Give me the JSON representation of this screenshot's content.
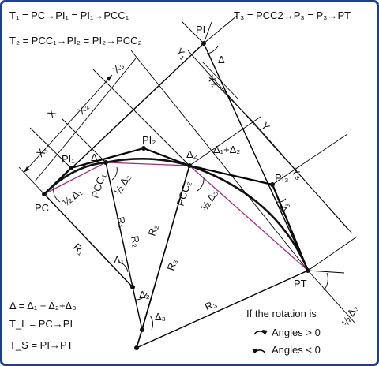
{
  "formulas": {
    "t1": "T₁ = PC→PI₁ = PI₁→PCC₁",
    "t2": "T₂ = PCC₁→PI₂ = PI₂→PCC₂",
    "t3": "T₃ = PCC2→P₃ = P₃→PT",
    "delta_sum": "Δ = Δ₁ + Δ₂+Δ₃",
    "tl": "T_L = PC→PI",
    "ts": "T_S = PI→PT"
  },
  "points": {
    "pi": "PI",
    "pi1": "PI₁",
    "pi2": "PI₂",
    "pi3": "PI₃",
    "pc": "PC",
    "pcc1": "PCC₁",
    "pcc2": "PCC₂",
    "pt": "PT"
  },
  "radii": {
    "r1a": "R₁",
    "r1b": "R₁",
    "r2a": "R₂",
    "r2b": "R₂",
    "r3a": "R₃",
    "r3b": "R₃"
  },
  "dimensions": {
    "x": "X",
    "x1": "X₁",
    "x2": "X₂",
    "x3": "X₃",
    "y": "Y",
    "y1": "Y₁",
    "y2": "Y₂",
    "y3": "Y₃"
  },
  "angles": {
    "delta": "Δ",
    "delta1": "Δ₁",
    "delta2": "Δ₂",
    "delta3": "Δ₃",
    "delta1_plus_2": "Δ₁+Δ₂",
    "half_delta1": "½ Δ₁",
    "half_delta2": "½ Δ₂",
    "half_delta3": "½ Δ₃",
    "half_delta3_pt": "½ Δ₃"
  },
  "legend": {
    "title": "If the rotation is",
    "positive": "Angles > 0",
    "negative": "Angles < 0"
  },
  "colors": {
    "border": "#1f3f8c",
    "chord": "#a0307a",
    "line": "#000000"
  }
}
